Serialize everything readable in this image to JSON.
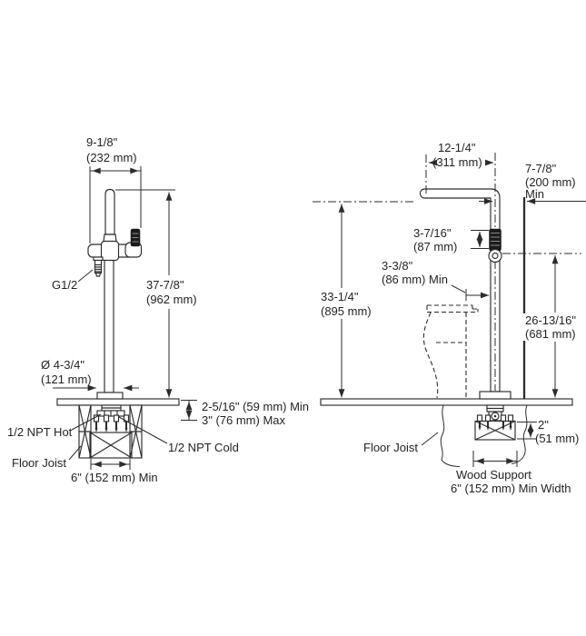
{
  "colors": {
    "line": "#2e2b2c",
    "text": "#231f20",
    "handle_fill": "#1d1b1c"
  },
  "front_view": {
    "spout_width_in": "9-1/8\"",
    "spout_width_mm": "(232 mm)",
    "overall_height_in": "37-7/8\"",
    "overall_height_mm": "(962 mm)",
    "supply_connection": "G1/2",
    "base_diameter_in": "Ø 4-3/4\"",
    "base_diameter_mm": "(121 mm)",
    "floor_thickness_min": "2-5/16\" (59 mm) Min",
    "floor_thickness_max": "3\" (76 mm) Max",
    "hot_connection": "1/2 NPT Hot",
    "cold_connection": "1/2 NPT Cold",
    "floor_joist": "Floor Joist",
    "joist_spacing": "6\" (152 mm) Min"
  },
  "side_view": {
    "spout_reach_in": "12-1/4\"",
    "spout_reach_mm": "(311 mm)",
    "wall_clearance_in": "7-7/8\"",
    "wall_clearance_mm": "(200 mm)",
    "wall_clearance_note": "Min",
    "handle_span_in": "3-7/16\"",
    "handle_span_mm": "(87 mm)",
    "tub_clearance_in": "3-3/8\"",
    "tub_clearance_mm": "(86 mm) Min",
    "spout_height_in": "33-1/4\"",
    "spout_height_mm": "(895 mm)",
    "handle_height_in": "26-13/16\"",
    "handle_height_mm": "(681 mm)",
    "floor_joist": "Floor Joist",
    "support_thickness_in": "2\"",
    "support_thickness_mm": "(51 mm)",
    "wood_support_line1": "Wood Support",
    "wood_support_line2": "6\" (152 mm) Min Width"
  }
}
